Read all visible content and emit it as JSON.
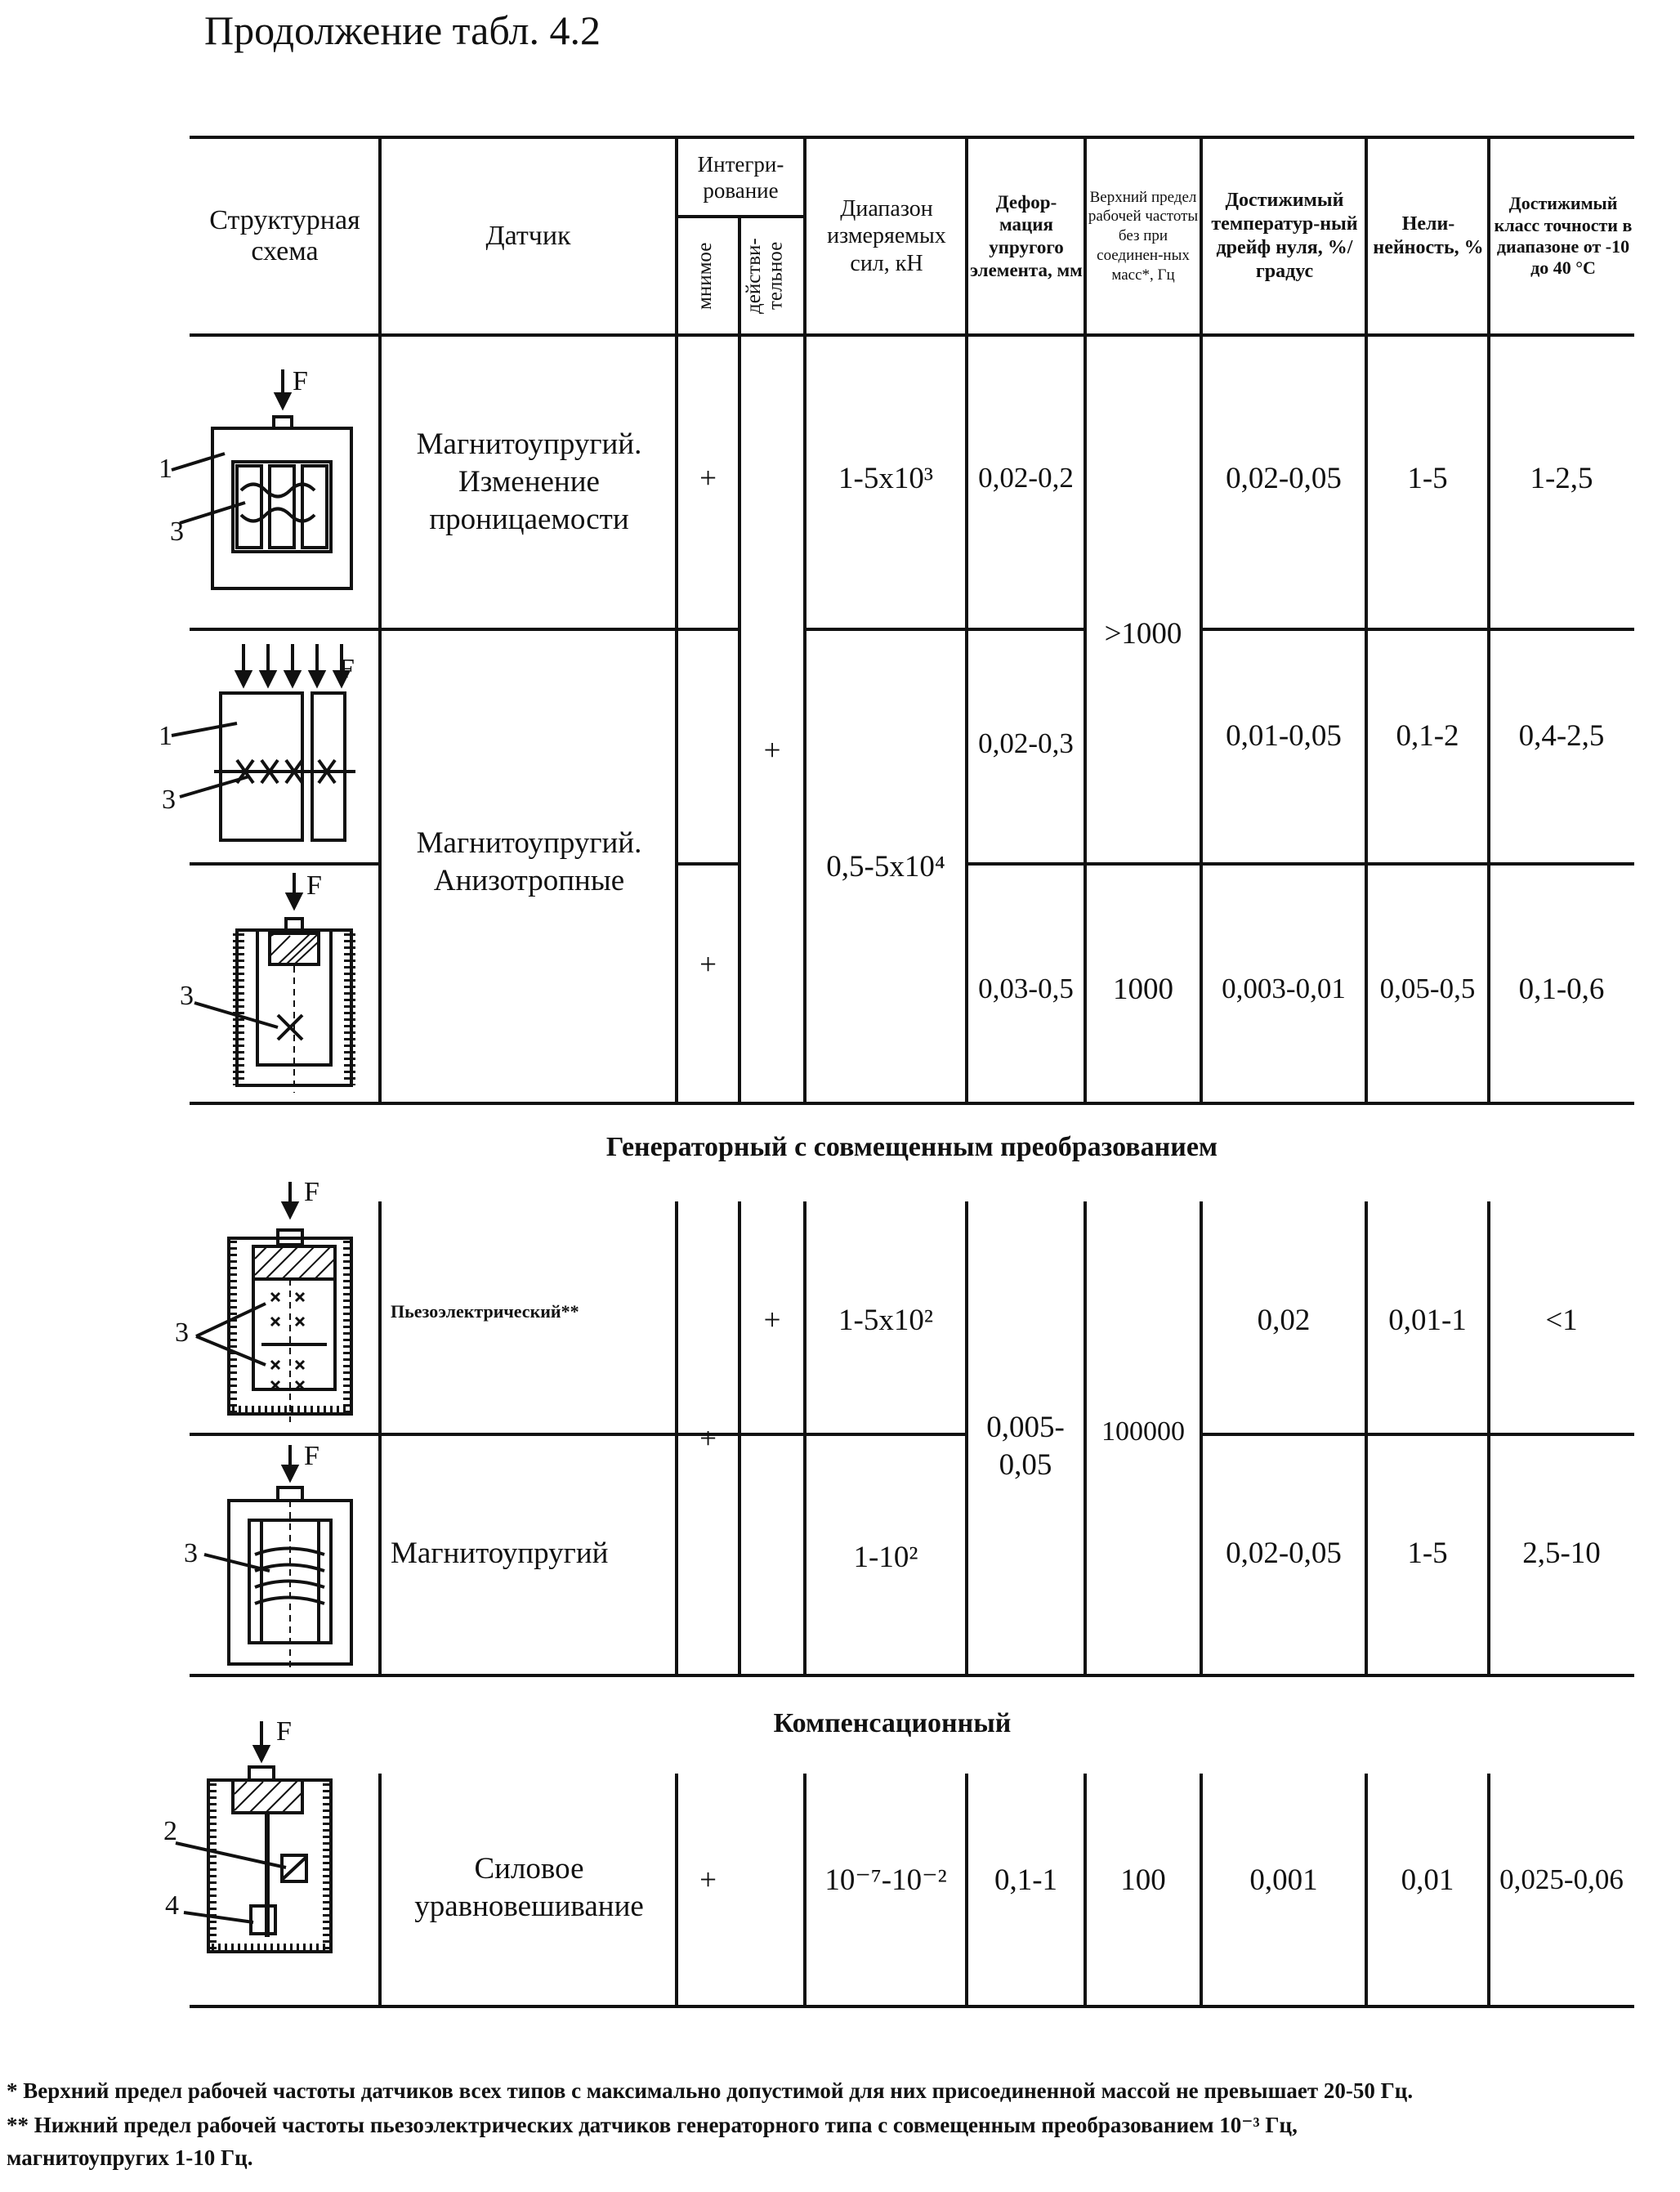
{
  "title": "Продолжение табл. 4.2",
  "headers": {
    "schema": "Структурная схема",
    "sensor": "Датчик",
    "integration": "Интегри-рование",
    "integration_sub1": "мнимое",
    "integration_sub2": "действи-тельное",
    "range": "Диапазон измеряемых сил, кН",
    "deformation": "Дефор-мация упругого элемента, мм",
    "freq": "Верхний предел рабочей частоты без при соединен-ных масс*, Гц",
    "drift": "Достижимый температур-ный дрейф нуля, %/градус",
    "nonlin": "Нели-нейность, %",
    "accuracy": "Достижимый класс точности в диапазоне от -10 до 40 °С"
  },
  "sections": {
    "generator": "Генераторный с совмещенным преобразованием",
    "compensation": "Компенсационный"
  },
  "rows": {
    "r1": {
      "sensor": "Магнитоупругий. Изменение проницаемости",
      "imag": "+",
      "range": "1-5x10³",
      "deform": "0,02-0,2",
      "drift": "0,02-0,05",
      "nonlin": "1-5",
      "acc": "1-2,5"
    },
    "shared_freq_1": ">1000",
    "shared_real_1": "+",
    "r23_sensor": "Магнитоупругий. Анизотропные",
    "r23_range": "0,5-5x10⁴",
    "r2": {
      "deform": "0,02-0,3",
      "drift": "0,01-0,05",
      "nonlin": "0,1-2",
      "acc": "0,4-2,5"
    },
    "r3": {
      "imag": "+",
      "deform": "0,03-0,5",
      "freq": "1000",
      "drift": "0,003-0,01",
      "nonlin": "0,05-0,5",
      "acc": "0,1-0,6"
    },
    "r4": {
      "sensor": "Пьезоэлектрический**",
      "real": "+",
      "range": "1-5x10²",
      "drift": "0,02",
      "nonlin": "0,01-1",
      "acc": "<1"
    },
    "g_imag": "+",
    "g_deform": "0,005-0,05",
    "g_freq": "100000",
    "r5": {
      "sensor": "Магнитоупругий",
      "range": "1-10²",
      "drift": "0,02-0,05",
      "nonlin": "1-5",
      "acc": "2,5-10"
    },
    "r6": {
      "sensor": "Силовое уравновешивание",
      "imag": "+",
      "range": "10⁻⁷-10⁻²",
      "deform": "0,1-1",
      "freq": "100",
      "drift": "0,001",
      "nonlin": "0,01",
      "acc": "0,025-0,06"
    }
  },
  "diagram_labels": {
    "force": "F",
    "n1": "1",
    "n2": "2",
    "n3": "3",
    "n4": "4"
  },
  "footnotes": {
    "f1": "* Верхний предел рабочей частоты датчиков всех типов с максимально допустимой для них присоединенной массой не превышает 20-50 Гц.",
    "f2": "** Нижний предел рабочей частоты пьезоэлектрических датчиков генераторного типа с совмещенным преобразованием 10⁻³ Гц,",
    "f3": "магнитоупругих 1-10 Гц."
  }
}
